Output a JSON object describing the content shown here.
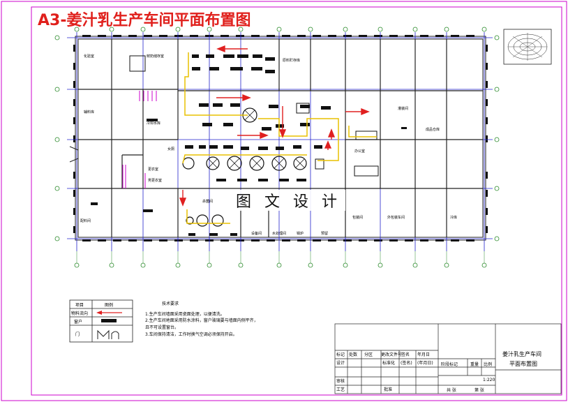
{
  "title": "A3-姜汁乳生产车间平面布置图",
  "watermark": "图 文 设 计",
  "colors": {
    "frame": "#cc00cc",
    "title": "#e0201c",
    "grid": "#2222cc",
    "wall": "#222222",
    "arrow": "#e02020",
    "pipe": "#e8c000",
    "door": "#cc00cc"
  },
  "rooms": [
    {
      "id": "r1",
      "label": "化验室"
    },
    {
      "id": "r2",
      "label": "鲜奶储存室"
    },
    {
      "id": "r3",
      "label": "原料贮存库"
    },
    {
      "id": "r4",
      "label": "辅料库"
    },
    {
      "id": "r5",
      "label": "冷却水库"
    },
    {
      "id": "r6",
      "label": "灌装间"
    },
    {
      "id": "r7",
      "label": "成品仓库"
    },
    {
      "id": "r8",
      "label": "更衣室"
    },
    {
      "id": "r9",
      "label": "男更衣室"
    },
    {
      "id": "r10",
      "label": "女厕"
    },
    {
      "id": "r11",
      "label": "配料间"
    },
    {
      "id": "r12",
      "label": "办公室"
    },
    {
      "id": "r13",
      "label": "包装间"
    },
    {
      "id": "r14",
      "label": "外包装车间"
    },
    {
      "id": "r15",
      "label": "冷库"
    },
    {
      "id": "r16",
      "label": "杀菌间"
    },
    {
      "id": "r17",
      "label": "设备间"
    },
    {
      "id": "r18",
      "label": "水处理间"
    },
    {
      "id": "r19",
      "label": "锅炉"
    },
    {
      "id": "r20",
      "label": "预留"
    }
  ],
  "legend": {
    "header": [
      "项目",
      "图例"
    ],
    "rows": [
      {
        "name": "物料流向"
      },
      {
        "name": "窗户"
      },
      {
        "name": "门"
      }
    ]
  },
  "notes": {
    "title": "技术要求",
    "lines": [
      "1.生产车间墙面采用瓷面处理，以便清洗。",
      "2.生产车间地面采用防水涂料，窗户玻璃要与墙面内侧平齐，",
      "且不可设置窗台。",
      "3.车间保持清洁，工作时换气空调必须保持开启。"
    ]
  },
  "title_block": {
    "name_line1": "姜汁乳生产车间",
    "name_line2": "平面布置图",
    "scale": "1:220",
    "stage_label": "阶段标记",
    "weight_label": "重量",
    "scale_label": "比例",
    "sheets_total": "共  张",
    "sheet_no": "第  张",
    "row_labels": [
      "标记",
      "处数",
      "分区",
      "更改文件号",
      "签名",
      "年月日"
    ],
    "sign_labels": [
      "设计",
      "审核",
      "工艺",
      "批准"
    ],
    "sub_labels": [
      "标准化",
      "(签名)",
      "(年月日)"
    ]
  }
}
